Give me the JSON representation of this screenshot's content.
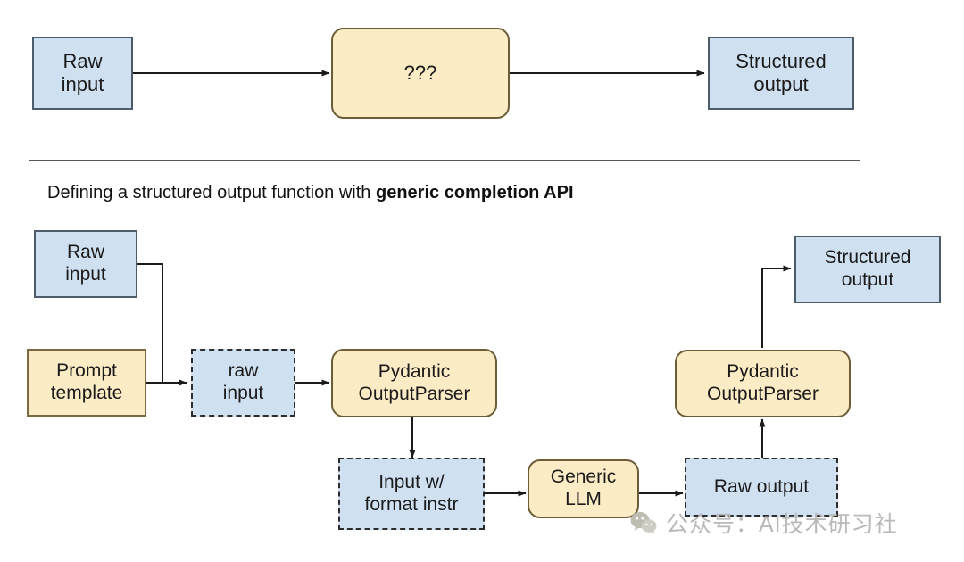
{
  "diagram": {
    "title_caption": {
      "prefix": "Defining a structured output function with ",
      "bold": "generic completion API"
    },
    "top_flow": {
      "nodes": [
        {
          "id": "top-raw-input",
          "label": "Raw\ninput",
          "shape": "rect",
          "style": "blue"
        },
        {
          "id": "top-unknown",
          "label": "???",
          "shape": "rounded",
          "style": "yellow"
        },
        {
          "id": "top-structured-output",
          "label": "Structured\noutput",
          "shape": "rect",
          "style": "blue"
        }
      ],
      "edges": [
        {
          "from": "top-raw-input",
          "to": "top-unknown"
        },
        {
          "from": "top-unknown",
          "to": "top-structured-output"
        }
      ]
    },
    "bottom_flow": {
      "nodes": [
        {
          "id": "raw-input",
          "label": "Raw\ninput",
          "shape": "rect",
          "style": "blue"
        },
        {
          "id": "prompt-template",
          "label": "Prompt\ntemplate",
          "shape": "rect",
          "style": "yellow"
        },
        {
          "id": "raw-input-var",
          "label": "raw\ninput",
          "shape": "rect",
          "style": "dashed-blue"
        },
        {
          "id": "pydantic-parser-left",
          "label": "Pydantic\nOutputParser",
          "shape": "rounded",
          "style": "yellow"
        },
        {
          "id": "input-with-format",
          "label": "Input w/\nformat instr",
          "shape": "rect",
          "style": "dashed-blue"
        },
        {
          "id": "generic-llm",
          "label": "Generic\nLLM",
          "shape": "rounded",
          "style": "yellow"
        },
        {
          "id": "raw-output",
          "label": "Raw output",
          "shape": "rect",
          "style": "dashed-blue"
        },
        {
          "id": "pydantic-parser-right",
          "label": "Pydantic\nOutputParser",
          "shape": "rounded",
          "style": "yellow"
        },
        {
          "id": "structured-output",
          "label": "Structured\noutput",
          "shape": "rect",
          "style": "blue"
        }
      ],
      "edges": [
        {
          "from": "raw-input",
          "to": "raw-input-var"
        },
        {
          "from": "prompt-template",
          "to": "raw-input-var"
        },
        {
          "from": "raw-input-var",
          "to": "pydantic-parser-left"
        },
        {
          "from": "pydantic-parser-left",
          "to": "input-with-format"
        },
        {
          "from": "input-with-format",
          "to": "generic-llm"
        },
        {
          "from": "generic-llm",
          "to": "raw-output"
        },
        {
          "from": "raw-output",
          "to": "pydantic-parser-right"
        },
        {
          "from": "pydantic-parser-right",
          "to": "structured-output"
        }
      ]
    },
    "watermark": {
      "text": "公众号：AI技术研习社",
      "icon": "wechat-icon"
    },
    "colors": {
      "blue_fill": "#cfe0f0",
      "blue_border": "#4d5c6b",
      "yellow_fill": "#fcecc6",
      "yellow_border": "#7a6a43",
      "dashed_border": "#2c2c2c",
      "arrow": "#1b1b1b",
      "divider": "#555555",
      "watermark": "#b9b9b9"
    }
  }
}
